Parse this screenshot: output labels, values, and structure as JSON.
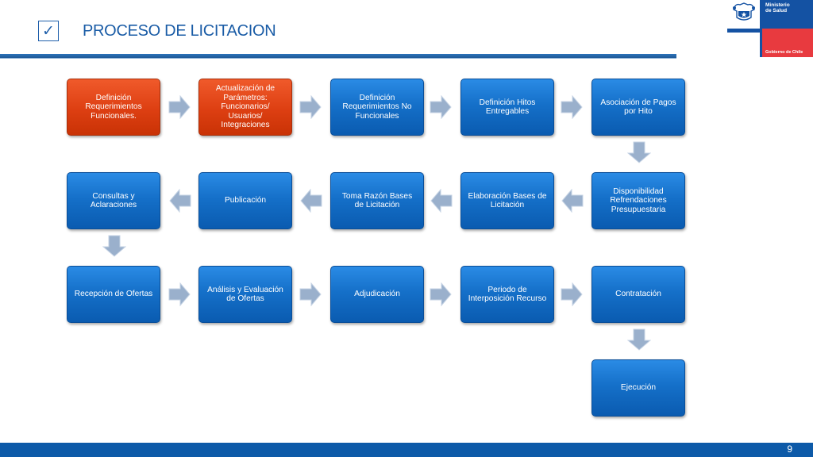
{
  "header": {
    "checkbox_glyph": "✓",
    "title": "PROCESO DE LICITACION"
  },
  "logo": {
    "ministry": "Ministerio de Salud",
    "government": "Gobierno de Chile"
  },
  "steps": [
    {
      "label": "Definición Requerimientos Funcionales.",
      "color": "orange"
    },
    {
      "label": "Actualización de Parámetros: Funcionarios/ Usuarios/ Integraciones",
      "color": "orange"
    },
    {
      "label": "Definición Requerimientos No Funcionales",
      "color": "blue"
    },
    {
      "label": "Definición Hitos Entregables",
      "color": "blue"
    },
    {
      "label": "Asociación de Pagos por Hito",
      "color": "blue"
    },
    {
      "label": "Disponibilidad Refrendaciones Presupuestaria",
      "color": "blue"
    },
    {
      "label": "Elaboración Bases de Licitación",
      "color": "blue"
    },
    {
      "label": "Toma Razón Bases de Licitación",
      "color": "blue"
    },
    {
      "label": "Publicación",
      "color": "blue"
    },
    {
      "label": "Consultas y Aclaraciones",
      "color": "blue"
    },
    {
      "label": "Recepción de Ofertas",
      "color": "blue"
    },
    {
      "label": "Análisis y Evaluación de Ofertas",
      "color": "blue"
    },
    {
      "label": "Adjudicación",
      "color": "blue"
    },
    {
      "label": "Periodo de Interposición Recurso",
      "color": "blue"
    },
    {
      "label": "Contratación",
      "color": "blue"
    },
    {
      "label": "Ejecución",
      "color": "blue"
    }
  ],
  "footer": {
    "page_number": "9"
  }
}
